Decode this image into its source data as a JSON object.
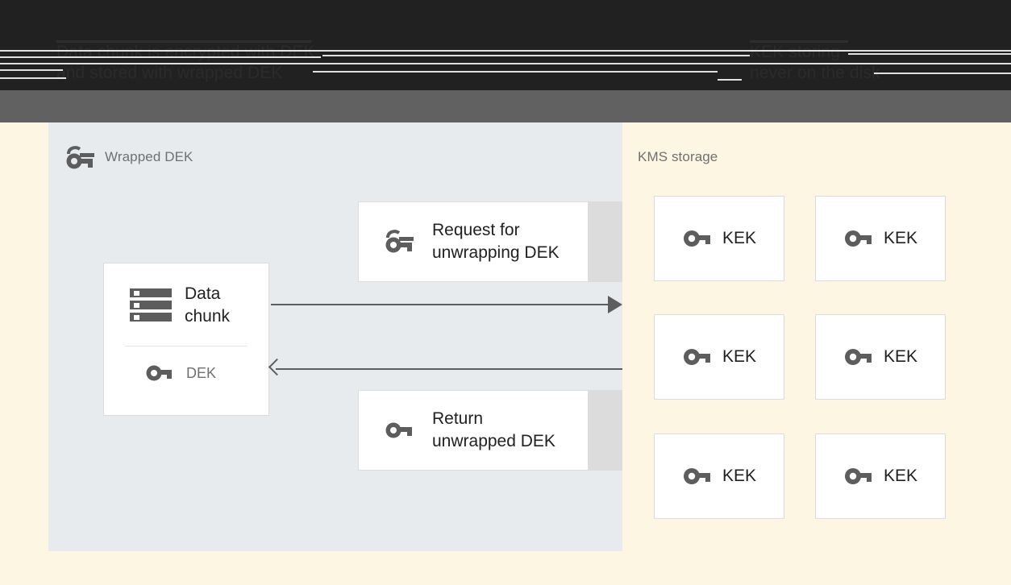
{
  "banner": {
    "left_text": "Data chunk is encrypted with DEK\nand stored with wrapped DEK",
    "right_text": "KEK storing\nnever on the disk"
  },
  "left_panel": {
    "title": "Wrapped DEK",
    "title_icon": "wrapped-key-icon",
    "data_card": {
      "title": "Data\nchunk",
      "title_icon": "storage-chunks-icon",
      "key_label": "DEK",
      "key_icon": "key-icon"
    },
    "messages": [
      {
        "label": "Request for\nunwrapping DEK",
        "icon": "wrapped-key-icon"
      },
      {
        "label": "Return\nunwrapped DEK",
        "icon": "key-icon"
      }
    ],
    "arrows": [
      {
        "direction": "right",
        "name": "request-arrow"
      },
      {
        "direction": "left",
        "name": "return-arrow"
      }
    ]
  },
  "right_panel": {
    "title": "KMS storage",
    "keys": [
      {
        "label": "KEK",
        "icon": "key-icon"
      },
      {
        "label": "KEK",
        "icon": "key-icon"
      },
      {
        "label": "KEK",
        "icon": "key-icon"
      },
      {
        "label": "KEK",
        "icon": "key-icon"
      },
      {
        "label": "KEK",
        "icon": "key-icon"
      },
      {
        "label": "KEK",
        "icon": "key-icon"
      }
    ]
  },
  "colors": {
    "banner_dark": "#212121",
    "banner_gray": "#616161",
    "page_background": "#fdf6e2",
    "left_panel_background": "#e8ebee",
    "right_panel_background": "#fdf6e2",
    "card_background": "#ffffff",
    "card_border": "#dcdcdc",
    "strip": "#dcdcdc",
    "icon_gray": "#5d5d5d",
    "text_primary": "#212121",
    "text_muted": "#6f7072",
    "arrow": "#5d5d5d"
  }
}
